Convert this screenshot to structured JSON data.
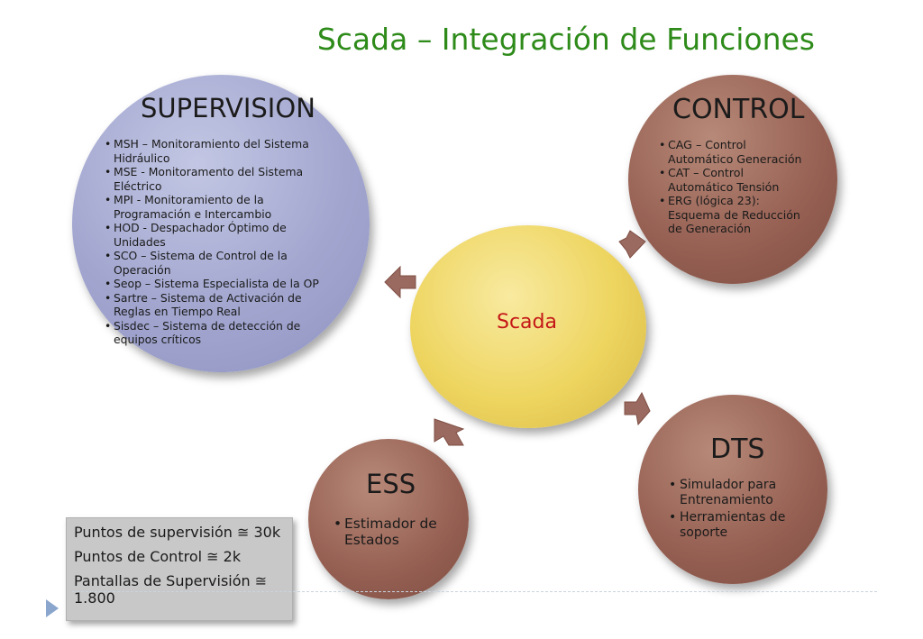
{
  "title": "Scada – Integración de Funciones",
  "center": {
    "label": "Scada"
  },
  "supervision": {
    "title": "SUPERVISION",
    "items": [
      "MSH – Monitoramiento del Sistema Hidráulico",
      "MSE - Monitoramento del Sistema Eléctrico",
      "MPI - Monitoramiento de la Programación e Intercambio",
      "HOD  - Despachador Óptimo de Unidades",
      "SCO – Sistema de Control de la Operación",
      "Seop – Sistema Especialista de la OP",
      "Sartre – Sistema de Activación de Reglas en Tiempo Real",
      "Sisdec – Sistema de detección de equipos críticos"
    ]
  },
  "control": {
    "title": "CONTROL",
    "items": [
      "CAG – Control Automático Generación",
      "CAT – Control Automático Tensión",
      "ERG (lógica 23): Esquema de Reducción de Generación"
    ]
  },
  "ess": {
    "title": "ESS",
    "items": [
      "Estimador de Estados"
    ]
  },
  "dts": {
    "title": "DTS",
    "items": [
      "Simulador para Entrenamiento",
      "Herramientas de soporte"
    ]
  },
  "stats": [
    "Puntos de supervisión ≅ 30k",
    "Puntos de Control ≅ 2k",
    "Pantallas de Supervisión ≅ 1.800"
  ],
  "colors": {
    "title": "#2e8b1a",
    "supervision": "#a2a6cf",
    "brown_circles": "#955f52",
    "scada": "#eed560",
    "scada_label": "#c41717",
    "arrows": "#9a6a60",
    "triangle": "#8aa6cc"
  }
}
